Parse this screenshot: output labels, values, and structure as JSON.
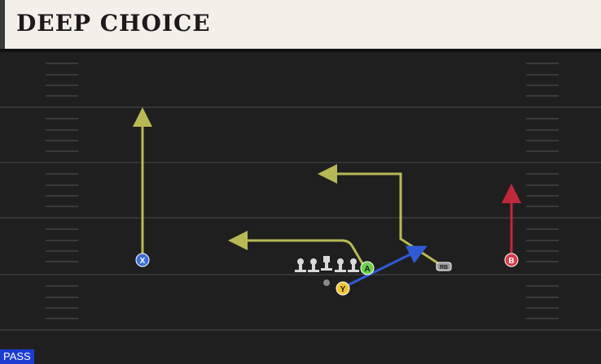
{
  "play": {
    "title": "DEEP CHOICE",
    "mode_badge": "PASS"
  },
  "players": [
    {
      "label": "X",
      "color": "#3f6fd6"
    },
    {
      "label": "A",
      "color": "#6cd14a"
    },
    {
      "label": "Y",
      "color": "#f0c534"
    },
    {
      "label": "B",
      "color": "#d63c4a"
    },
    {
      "label": "RB",
      "color": "#9a9a9a"
    }
  ],
  "route_colors": {
    "primary": "#b8b955",
    "secondary": "#2f5bd6",
    "hot": "#c0283b"
  }
}
